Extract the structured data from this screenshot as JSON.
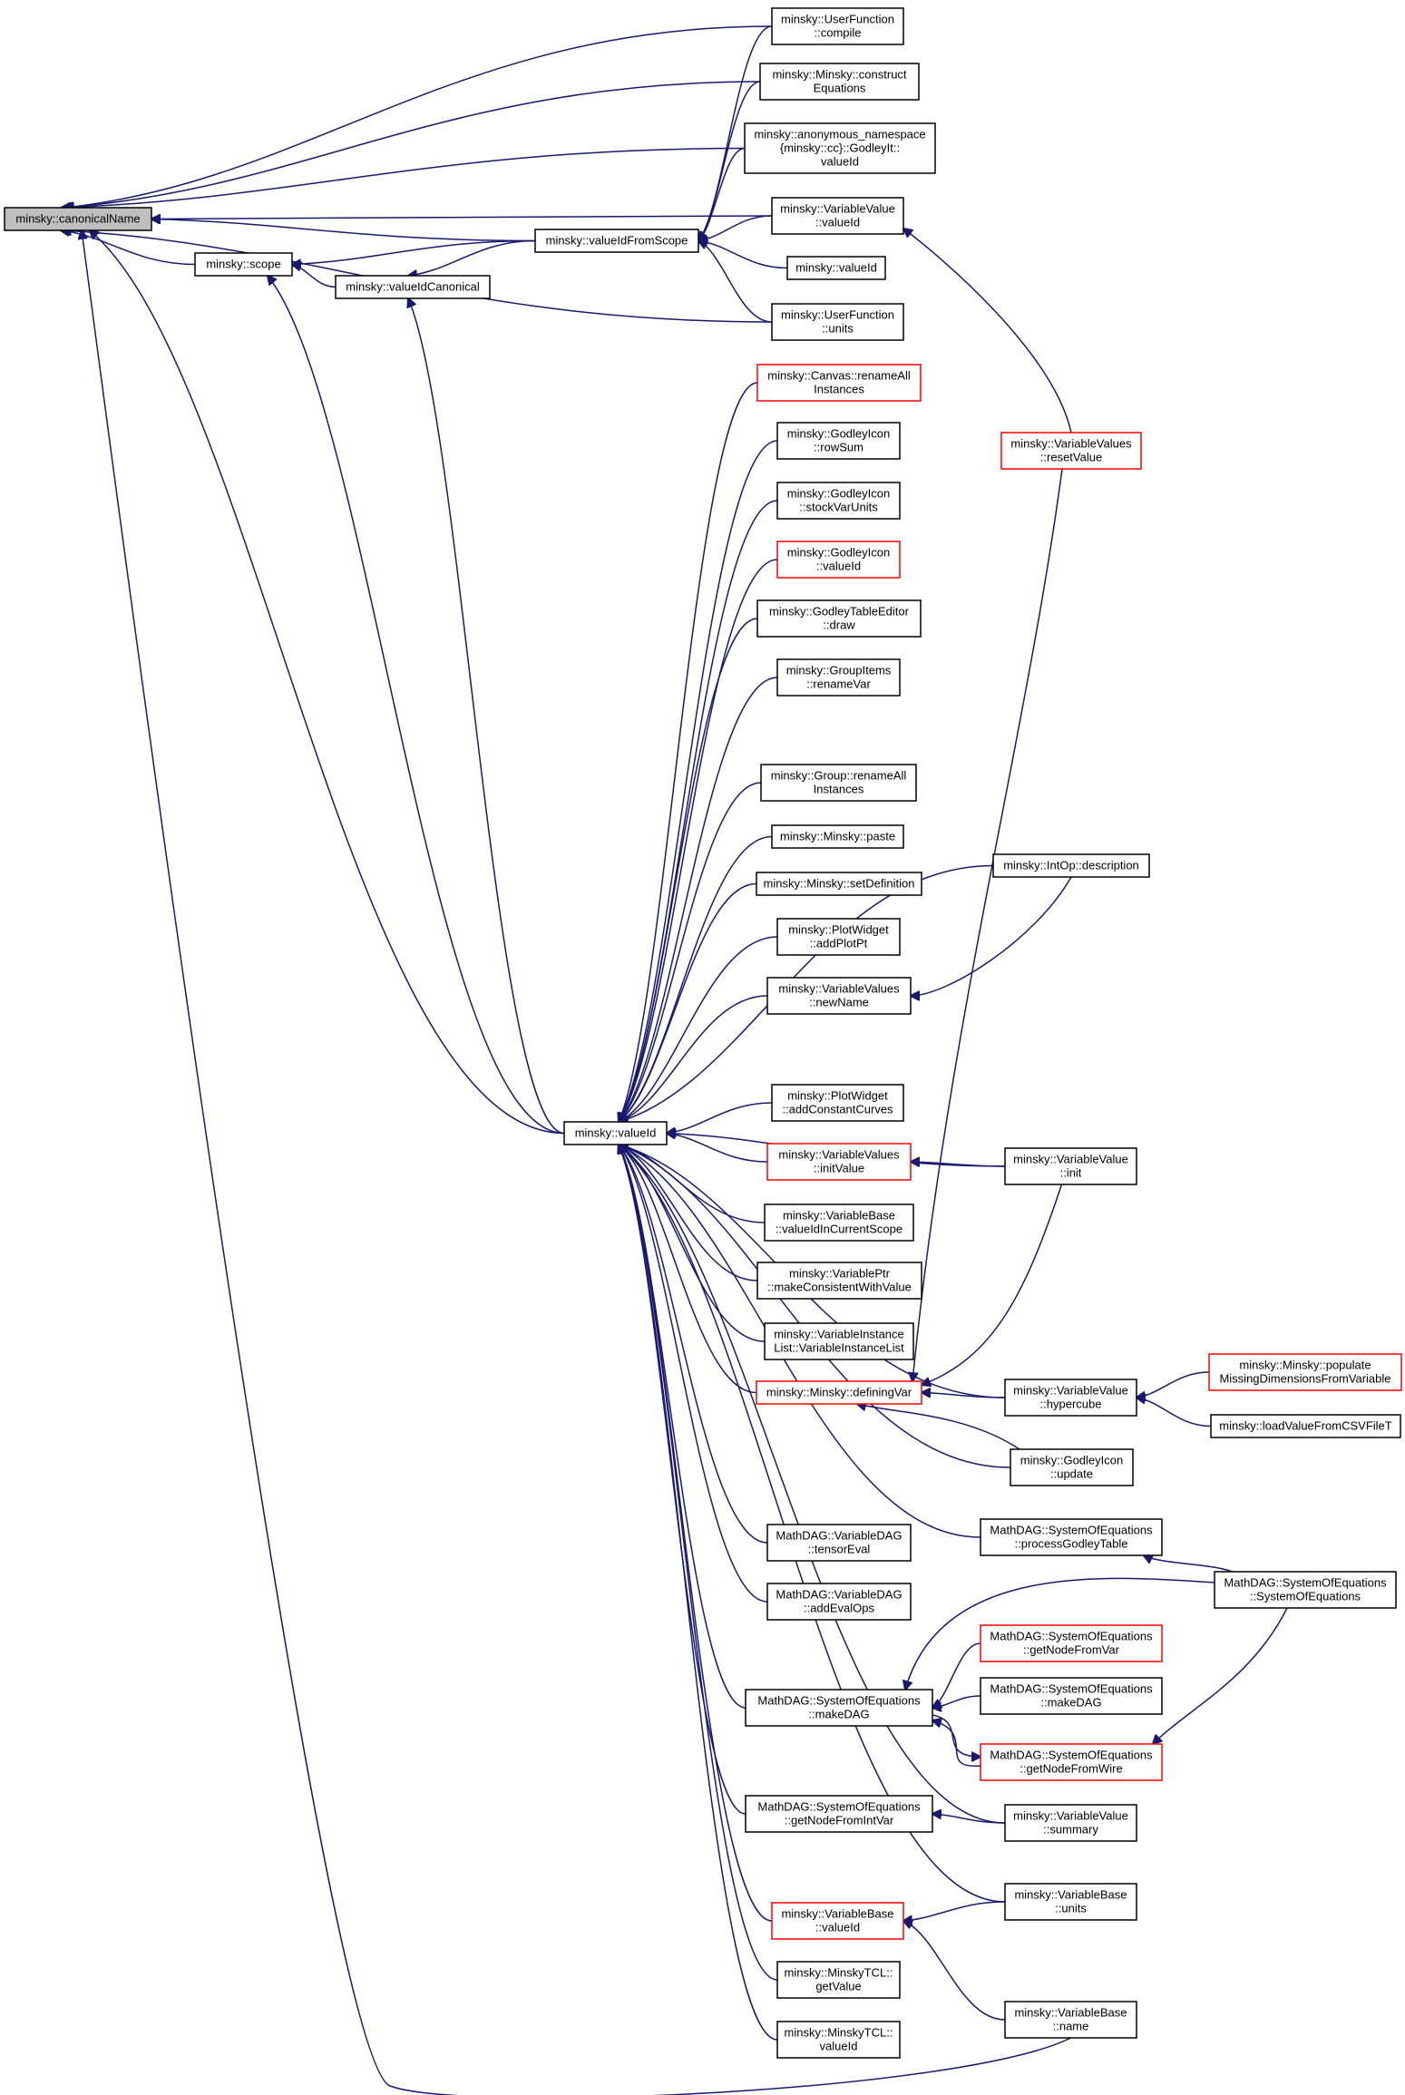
{
  "graph": {
    "title": "",
    "colors": {
      "edge": "#191970",
      "node_border": "#000000",
      "node_border_incomplete": "#ff0000",
      "focus_fill": "#bfbfbf",
      "node_fill": "#ffffff"
    },
    "nodes": [
      {
        "id": "canonicalName",
        "lines": [
          "minsky::canonicalName"
        ],
        "focus": true
      },
      {
        "id": "scope",
        "lines": [
          "minsky::scope"
        ]
      },
      {
        "id": "valueIdCanonical",
        "lines": [
          "minsky::valueIdCanonical"
        ]
      },
      {
        "id": "valueIdFromScope",
        "lines": [
          "minsky::valueIdFromScope"
        ]
      },
      {
        "id": "valueId",
        "lines": [
          "minsky::valueId"
        ]
      },
      {
        "id": "uf_compile",
        "lines": [
          "minsky::UserFunction",
          "::compile"
        ]
      },
      {
        "id": "construct",
        "lines": [
          "minsky::Minsky::construct",
          "Equations"
        ]
      },
      {
        "id": "anon",
        "lines": [
          "minsky::anonymous_namespace",
          "{minsky::cc}::GodleyIt::",
          "valueId"
        ]
      },
      {
        "id": "vv_valueId",
        "lines": [
          "minsky::VariableValue",
          "::valueId"
        ]
      },
      {
        "id": "valueId2",
        "lines": [
          "minsky::valueId"
        ]
      },
      {
        "id": "uf_units",
        "lines": [
          "minsky::UserFunction",
          "::units"
        ]
      },
      {
        "id": "canvas_rename",
        "lines": [
          "minsky::Canvas::renameAll",
          "Instances"
        ],
        "red": true
      },
      {
        "id": "gi_rowSum",
        "lines": [
          "minsky::GodleyIcon",
          "::rowSum"
        ]
      },
      {
        "id": "gi_stock",
        "lines": [
          "minsky::GodleyIcon",
          "::stockVarUnits"
        ]
      },
      {
        "id": "gi_valueId",
        "lines": [
          "minsky::GodleyIcon",
          "::valueId"
        ],
        "red": true
      },
      {
        "id": "gte_draw",
        "lines": [
          "minsky::GodleyTableEditor",
          "::draw"
        ]
      },
      {
        "id": "gitems_rename",
        "lines": [
          "minsky::GroupItems",
          "::renameVar"
        ]
      },
      {
        "id": "group_rename",
        "lines": [
          "minsky::Group::renameAll",
          "Instances"
        ]
      },
      {
        "id": "paste",
        "lines": [
          "minsky::Minsky::paste"
        ]
      },
      {
        "id": "setDef",
        "lines": [
          "minsky::Minsky::setDefinition"
        ]
      },
      {
        "id": "pw_addPlotPt",
        "lines": [
          "minsky::PlotWidget",
          "::addPlotPt"
        ]
      },
      {
        "id": "vvs_newName",
        "lines": [
          "minsky::VariableValues",
          "::newName"
        ]
      },
      {
        "id": "pw_addConst",
        "lines": [
          "minsky::PlotWidget",
          "::addConstantCurves"
        ]
      },
      {
        "id": "vvs_initValue",
        "lines": [
          "minsky::VariableValues",
          "::initValue"
        ],
        "red": true
      },
      {
        "id": "vb_inScope",
        "lines": [
          "minsky::VariableBase",
          "::valueIdInCurrentScope"
        ]
      },
      {
        "id": "vptr",
        "lines": [
          "minsky::VariablePtr",
          "::makeConsistentWithValue"
        ]
      },
      {
        "id": "vil",
        "lines": [
          "minsky::VariableInstance",
          "List::VariableInstanceList"
        ]
      },
      {
        "id": "definingVar",
        "lines": [
          "minsky::Minsky::definingVar"
        ],
        "red": true
      },
      {
        "id": "vdag_tensor",
        "lines": [
          "MathDAG::VariableDAG",
          "::tensorEval"
        ]
      },
      {
        "id": "vdag_addEval",
        "lines": [
          "MathDAG::VariableDAG",
          "::addEvalOps"
        ]
      },
      {
        "id": "soe_makeDAG",
        "lines": [
          "MathDAG::SystemOfEquations",
          "::makeDAG"
        ]
      },
      {
        "id": "soe_fromIntVar",
        "lines": [
          "MathDAG::SystemOfEquations",
          "::getNodeFromIntVar"
        ]
      },
      {
        "id": "vb_valueId",
        "lines": [
          "minsky::VariableBase",
          "::valueId"
        ],
        "red": true
      },
      {
        "id": "tcl_getValue",
        "lines": [
          "minsky::MinskyTCL::",
          "getValue"
        ]
      },
      {
        "id": "tcl_valueId",
        "lines": [
          "minsky::MinskyTCL::",
          "valueId"
        ]
      },
      {
        "id": "vvs_reset",
        "lines": [
          "minsky::VariableValues",
          "::resetValue"
        ],
        "red": true
      },
      {
        "id": "intop",
        "lines": [
          "minsky::IntOp::description"
        ]
      },
      {
        "id": "vv_init",
        "lines": [
          "minsky::VariableValue",
          "::init"
        ]
      },
      {
        "id": "vv_hyper",
        "lines": [
          "minsky::VariableValue",
          "::hypercube"
        ]
      },
      {
        "id": "gi_update",
        "lines": [
          "minsky::GodleyIcon",
          "::update"
        ]
      },
      {
        "id": "soe_procGodley",
        "lines": [
          "MathDAG::SystemOfEquations",
          "::processGodleyTable"
        ]
      },
      {
        "id": "soe_fromVar",
        "lines": [
          "MathDAG::SystemOfEquations",
          "::getNodeFromVar"
        ],
        "red": true
      },
      {
        "id": "soe_makeDAG2",
        "lines": [
          "MathDAG::SystemOfEquations",
          "::makeDAG"
        ]
      },
      {
        "id": "soe_fromWire",
        "lines": [
          "MathDAG::SystemOfEquations",
          "::getNodeFromWire"
        ],
        "red": true
      },
      {
        "id": "vv_summary",
        "lines": [
          "minsky::VariableValue",
          "::summary"
        ]
      },
      {
        "id": "vb_units",
        "lines": [
          "minsky::VariableBase",
          "::units"
        ]
      },
      {
        "id": "vb_name",
        "lines": [
          "minsky::VariableBase",
          "::name"
        ]
      },
      {
        "id": "populate",
        "lines": [
          "minsky::Minsky::populate",
          "MissingDimensionsFromVariable"
        ],
        "red": true
      },
      {
        "id": "loadCSV",
        "lines": [
          "minsky::loadValueFromCSVFileT"
        ]
      },
      {
        "id": "soe_ctor",
        "lines": [
          "MathDAG::SystemOfEquations",
          "::SystemOfEquations"
        ]
      }
    ],
    "edges": [
      [
        "uf_compile",
        "canonicalName"
      ],
      [
        "construct",
        "canonicalName"
      ],
      [
        "anon",
        "canonicalName"
      ],
      [
        "vv_valueId",
        "canonicalName"
      ],
      [
        "uf_units",
        "canonicalName"
      ],
      [
        "scope",
        "canonicalName"
      ],
      [
        "valueIdFromScope",
        "canonicalName"
      ],
      [
        "valueId",
        "canonicalName"
      ],
      [
        "vb_name",
        "canonicalName"
      ],
      [
        "valueIdFromScope",
        "scope"
      ],
      [
        "valueIdCanonical",
        "scope"
      ],
      [
        "valueId",
        "scope"
      ],
      [
        "valueIdFromScope",
        "valueIdCanonical"
      ],
      [
        "valueId",
        "valueIdCanonical"
      ],
      [
        "uf_compile",
        "valueIdFromScope"
      ],
      [
        "construct",
        "valueIdFromScope"
      ],
      [
        "anon",
        "valueIdFromScope"
      ],
      [
        "vv_valueId",
        "valueIdFromScope"
      ],
      [
        "valueId2",
        "valueIdFromScope"
      ],
      [
        "uf_units",
        "valueIdFromScope"
      ],
      [
        "vvs_reset",
        "vv_valueId"
      ],
      [
        "canvas_rename",
        "valueId"
      ],
      [
        "gi_rowSum",
        "valueId"
      ],
      [
        "gi_stock",
        "valueId"
      ],
      [
        "gi_valueId",
        "valueId"
      ],
      [
        "gte_draw",
        "valueId"
      ],
      [
        "gitems_rename",
        "valueId"
      ],
      [
        "intop",
        "valueId"
      ],
      [
        "group_rename",
        "valueId"
      ],
      [
        "paste",
        "valueId"
      ],
      [
        "setDef",
        "valueId"
      ],
      [
        "pw_addPlotPt",
        "valueId"
      ],
      [
        "vvs_newName",
        "valueId"
      ],
      [
        "vv_init",
        "valueId"
      ],
      [
        "pw_addConst",
        "valueId"
      ],
      [
        "vvs_initValue",
        "valueId"
      ],
      [
        "vb_inScope",
        "valueId"
      ],
      [
        "vptr",
        "valueId"
      ],
      [
        "vil",
        "valueId"
      ],
      [
        "definingVar",
        "valueId"
      ],
      [
        "vv_hyper",
        "valueId"
      ],
      [
        "gi_update",
        "valueId"
      ],
      [
        "vdag_tensor",
        "valueId"
      ],
      [
        "vdag_addEval",
        "valueId"
      ],
      [
        "soe_procGodley",
        "valueId"
      ],
      [
        "soe_makeDAG",
        "valueId"
      ],
      [
        "vv_summary",
        "valueId"
      ],
      [
        "soe_fromIntVar",
        "valueId"
      ],
      [
        "vb_units",
        "valueId"
      ],
      [
        "vb_valueId",
        "valueId"
      ],
      [
        "tcl_getValue",
        "valueId"
      ],
      [
        "tcl_valueId",
        "valueId"
      ],
      [
        "intop",
        "vvs_newName"
      ],
      [
        "vv_init",
        "vvs_initValue"
      ],
      [
        "vvs_reset",
        "definingVar"
      ],
      [
        "vv_init",
        "definingVar"
      ],
      [
        "vv_hyper",
        "definingVar"
      ],
      [
        "gi_update",
        "definingVar"
      ],
      [
        "populate",
        "vv_hyper"
      ],
      [
        "loadCSV",
        "vv_hyper"
      ],
      [
        "soe_ctor",
        "soe_procGodley"
      ],
      [
        "soe_ctor",
        "soe_makeDAG"
      ],
      [
        "soe_fromVar",
        "soe_makeDAG"
      ],
      [
        "soe_makeDAG2",
        "soe_makeDAG"
      ],
      [
        "soe_fromWire",
        "soe_makeDAG"
      ],
      [
        "soe_makeDAG",
        "soe_fromWire"
      ],
      [
        "soe_ctor",
        "soe_fromWire"
      ],
      [
        "vv_summary",
        "soe_fromIntVar"
      ],
      [
        "vb_units",
        "vb_valueId"
      ],
      [
        "vb_name",
        "vb_valueId"
      ]
    ]
  }
}
